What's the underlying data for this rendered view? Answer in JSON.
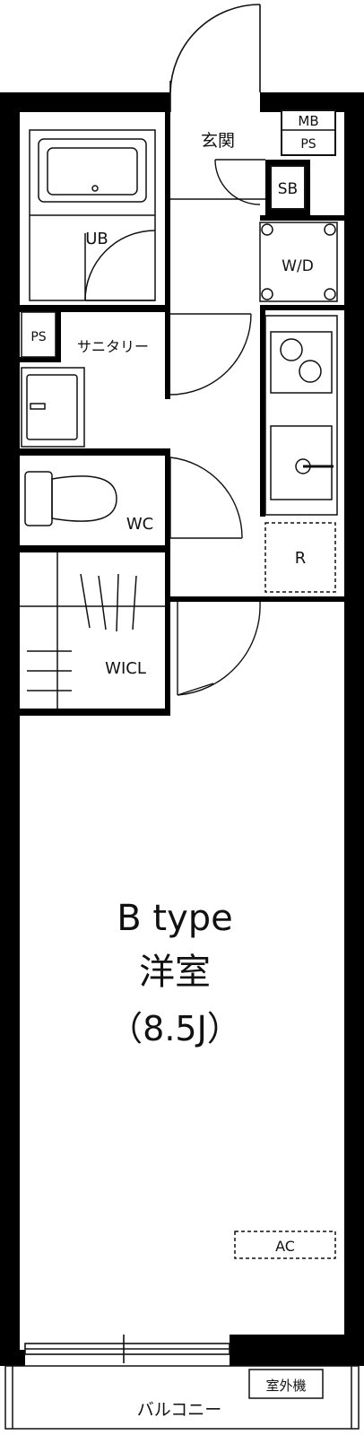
{
  "rooms": {
    "entrance": "玄関",
    "mb": "MB",
    "ps_top": "PS",
    "sb": "SB",
    "ub": "UB",
    "wd": "W/D",
    "ps_left": "PS",
    "sanitary": "サニタリー",
    "wc": "WC",
    "fridge": "R",
    "wicl": "WICL",
    "ac": "AC",
    "outdoor_unit": "室外機",
    "balcony": "バルコニー"
  },
  "main_room": {
    "type": "B type",
    "name": "洋室",
    "size": "（8.5J）"
  }
}
